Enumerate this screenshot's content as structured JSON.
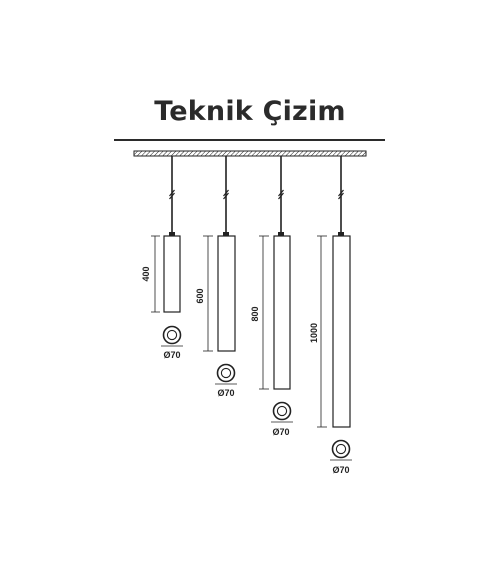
{
  "title": "Teknik Çizim",
  "fixtures": [
    {
      "height_label": "400",
      "diameter_label": "Ø70"
    },
    {
      "height_label": "600",
      "diameter_label": "Ø70"
    },
    {
      "height_label": "800",
      "diameter_label": "Ø70"
    },
    {
      "height_label": "1000",
      "diameter_label": "Ø70"
    }
  ]
}
